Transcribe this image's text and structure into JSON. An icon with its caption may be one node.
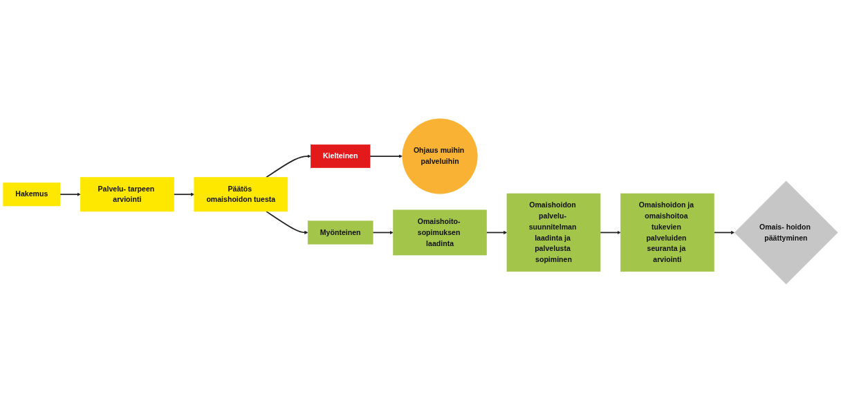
{
  "diagram": {
    "nodes": [
      {
        "text": [
          "Hakemus"
        ]
      },
      {
        "text": [
          "Palvelu- tarpeen arviointi"
        ]
      },
      {
        "text": [
          "Päätös omaishoidon tuesta"
        ]
      },
      {
        "text": [
          "Kielteinen"
        ]
      },
      {
        "text": [
          "Ohjaus muihin palveluihin"
        ]
      },
      {
        "text": [
          "Myönteinen"
        ]
      },
      {
        "text": [
          "Omaishoito- sopimuksen laadinta"
        ]
      },
      {
        "text": [
          "Omaishoidon palvelu- suunnitelman laadinta ja palvelusta sopiminen"
        ]
      },
      {
        "text": [
          "Omaishoidon ja omaishoitoa tukevien palveluiden seuranta ja arviointi"
        ]
      },
      {
        "text": [
          "Omais- hoidon päättyminen"
        ]
      }
    ],
    "edges": [
      {
        "from": 0,
        "to": 1,
        "arrow": "to"
      },
      {
        "from": 1,
        "to": 2,
        "arrow": "to"
      },
      {
        "from": 2,
        "to": 3,
        "arrow": "to"
      },
      {
        "from": 2,
        "to": 5,
        "arrow": "to"
      },
      {
        "from": 3,
        "to": 4,
        "arrow": "to"
      },
      {
        "from": 5,
        "to": 6,
        "arrow": "to"
      },
      {
        "from": 6,
        "to": 7,
        "arrow": "to"
      },
      {
        "from": 7,
        "to": 8,
        "arrow": "to"
      },
      {
        "from": 8,
        "to": 9,
        "arrow": "to"
      }
    ]
  }
}
